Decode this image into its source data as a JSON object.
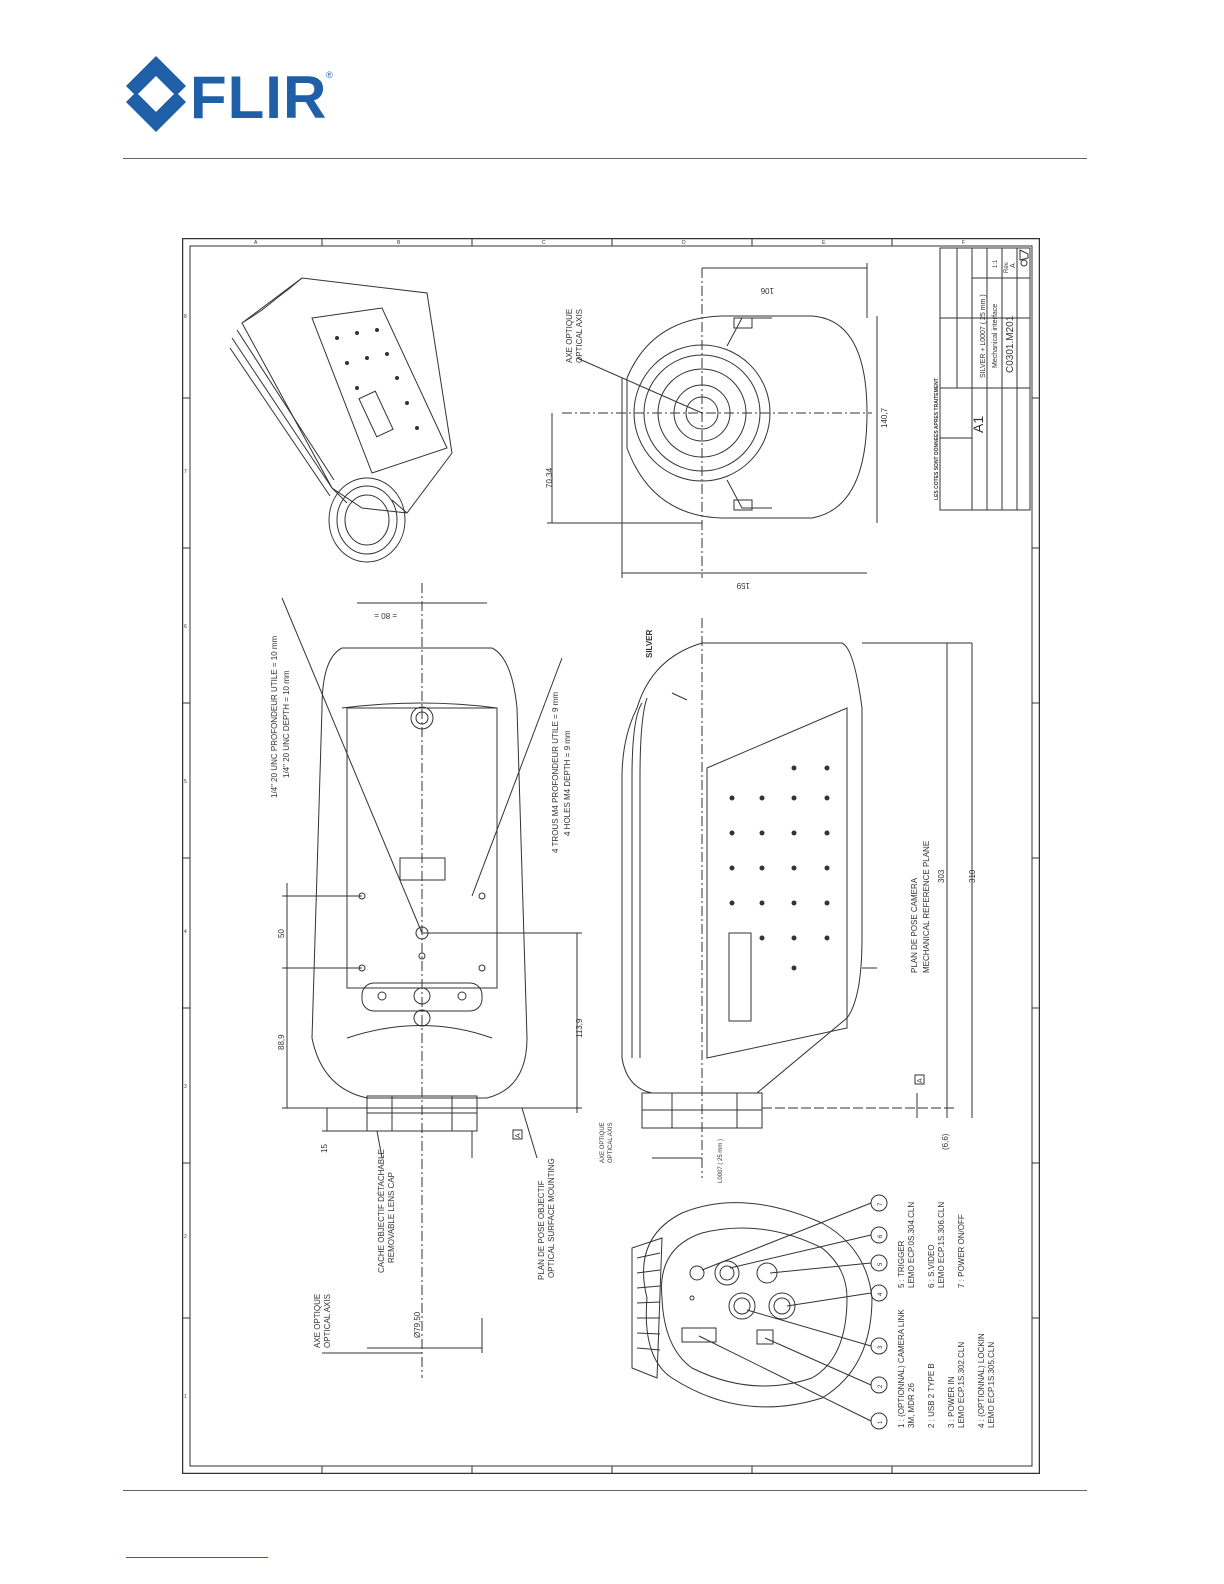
{
  "header": {
    "logo_text": "FLIR",
    "registered_mark": "®"
  },
  "colors": {
    "brand": "#1f5fa8",
    "line": "#333333",
    "link": "#3355cc"
  },
  "drawing": {
    "annotations": {
      "optical_axis_fr": "AXE OPTIQUE",
      "optical_axis_en": "OPTICAL AXIS",
      "thread_fr": "1/4\" 20 UNC PROFONDEUR UTILE = 10 mm",
      "thread_en": "1/4\" 20 UNC DEPTH = 10 mm",
      "holes_fr": "4 TROUS M4 PROFONDEUR UTILE = 9 mm",
      "holes_en": "4 HOLES M4 DEPTH = 9 mm",
      "lens_cap_fr": "CACHE OBJECTIF DÉTACHABLE",
      "lens_cap_en": "REMOVABLE LENS CAP",
      "lens_mount_fr": "PLAN DE POSE OBJECTIF",
      "lens_mount_en": "OPTICAL SURFACE MOUNTING",
      "ref_plane_fr": "PLAN DE POSE CAMERA",
      "ref_plane_en": "MECHANICAL REFERENCE PLANE",
      "silver": "SILVER",
      "lens_model": "L0007 ( 25 mm )",
      "datum": "A"
    },
    "dimensions": {
      "width_front": "106",
      "height_front": "140,7",
      "axis_height": "70,34",
      "width_159": "159",
      "width_80": "= 80 =",
      "d50": "50",
      "d889": "88,9",
      "d1139": "113,9",
      "d15": "15",
      "dia": "Ø79,50",
      "len303": "303",
      "len310": "310",
      "d66": "(6,6)"
    },
    "connectors": [
      {
        "id": "1",
        "line1": "1 : (OPTIONNAL) CAMERA LINK",
        "line2": "3M, MDR 26"
      },
      {
        "id": "2",
        "line1": "2 : USB 2 TYPE B",
        "line2": ""
      },
      {
        "id": "3",
        "line1": "3 : POWER IN",
        "line2": "LEMO ECP.1S.302.CLN"
      },
      {
        "id": "4",
        "line1": "4 : (OPTIONNAL) LOCKIN",
        "line2": "LEMO ECP.1S.305.CLN"
      },
      {
        "id": "5",
        "line1": "5 : TRIGGER",
        "line2": "LEMO ECP.0S.304.CLN"
      },
      {
        "id": "6",
        "line1": "6 : S.VIDEO",
        "line2": "LEMO ECP.1S.306.CLN"
      },
      {
        "id": "7",
        "line1": "7 : POWER ON/OFF",
        "line2": ""
      }
    ],
    "title_block": {
      "note": "LES COTES SONT DONNEES APRES TRAITEMENT",
      "sheet_size": "A1",
      "title": "SILVER + L0007 ( 25 mm )",
      "subtitle": "Mechanical interface",
      "drawing_no": "C0301.M201",
      "scale": "1:1",
      "rev_label": "Rev.",
      "rev": "A"
    },
    "grid_letters": [
      "A",
      "B",
      "C",
      "D",
      "E",
      "F"
    ],
    "grid_numbers": [
      "8",
      "7",
      "6",
      "5",
      "4",
      "3",
      "2",
      "1"
    ]
  }
}
